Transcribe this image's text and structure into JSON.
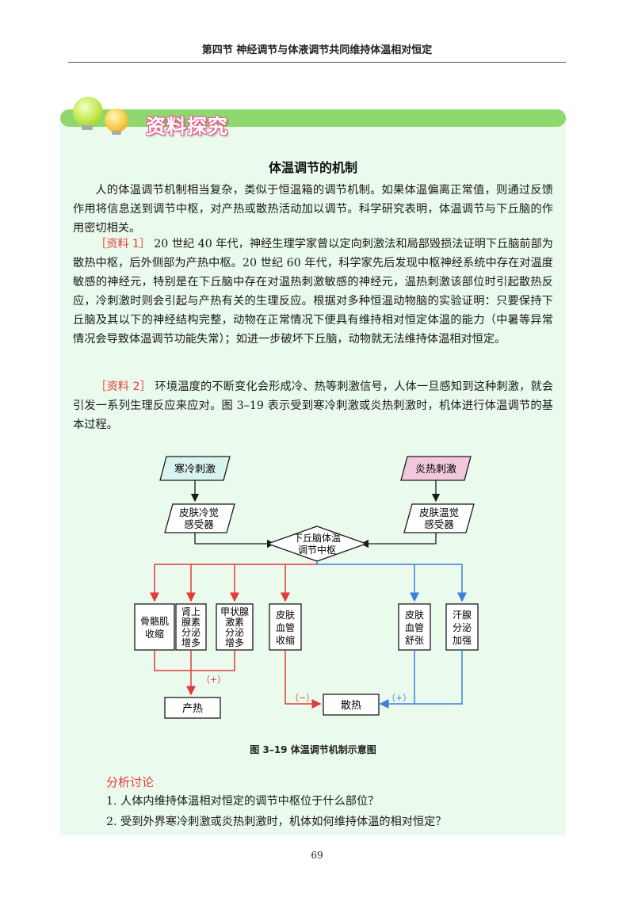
{
  "header": {
    "title": "第四节    神经调节与体液调节共同维持体温相对恒定"
  },
  "banner": {
    "title": "资料探究"
  },
  "section": {
    "title": "体温调节的机制"
  },
  "paragraphs": {
    "intro": "人的体温调节机制相当复杂，类似于恒温箱的调节机制。如果体温偏离正常值，则通过反馈作用将信息送到调节中枢，对产热或散热活动加以调节。科学研究表明，体温调节与下丘脑的作用密切相关。",
    "material1_tag": "［资料 1］",
    "material1": " 20 世纪 40 年代，神经生理学家曾以定向刺激法和局部毁损法证明下丘脑前部为散热中枢，后外侧部为产热中枢。20 世纪 60 年代，科学家先后发现中枢神经系统中存在对温度敏感的神经元，特别是在下丘脑中存在对温热刺激敏感的神经元，温热刺激该部位时引起散热反应，冷刺激时则会引起与产热有关的生理反应。根据对多种恒温动物脑的实验证明：只要保持下丘脑及其以下的神经结构完整，动物在正常情况下便具有维持相对恒定体温的能力（中暑等异常情况会导致体温调节功能失常）；如进一步破坏下丘脑，动物就无法维持体温相对恒定。",
    "material2_tag": "［资料 2］",
    "material2": " 环境温度的不断变化会形成冷、热等刺激信号，人体一旦感知到这种刺激，就会引发一系列生理反应来应对。图 3–19 表示受到寒冷刺激或炎热刺激时，机体进行体温调节的基本过程。"
  },
  "diagram": {
    "cold_stimulus": "寒冷刺激",
    "heat_stimulus": "炎热刺激",
    "cold_receptor": [
      "皮肤冷觉",
      "感受器"
    ],
    "warm_receptor": [
      "皮肤温觉",
      "感受器"
    ],
    "center": [
      "下丘脑体温",
      "调节中枢"
    ],
    "skeletal_muscle": [
      "骨骼肌",
      "收缩"
    ],
    "adrenaline": [
      "肾上",
      "腺素",
      "分泌",
      "增多"
    ],
    "thyroid": [
      "甲状腺",
      "激素",
      "分泌",
      "增多"
    ],
    "vasoconstriction": [
      "皮肤",
      "血管",
      "收缩"
    ],
    "vasodilation": [
      "皮肤",
      "血管",
      "舒张"
    ],
    "sweat": [
      "汗腺",
      "分泌",
      "加强"
    ],
    "heat_production": "产热",
    "heat_dissipation": "散热",
    "plus_label": "（+）",
    "minus_label": "（−）",
    "colors": {
      "cold": "#d9f3ee",
      "heat": "#f1c9dd",
      "red": "#e23b3b",
      "blue": "#3f7fd9",
      "box": "#ffffff"
    }
  },
  "caption": "图 3–19   体温调节机制示意图",
  "discussion": {
    "title": "分析讨论",
    "q1": "1. 人体内维持体温相对恒定的调节中枢位于什么部位？",
    "q2": "2. 受到外界寒冷刺激或炎热刺激时，机体如何维持体温的相对恒定？"
  },
  "page_number": "69"
}
